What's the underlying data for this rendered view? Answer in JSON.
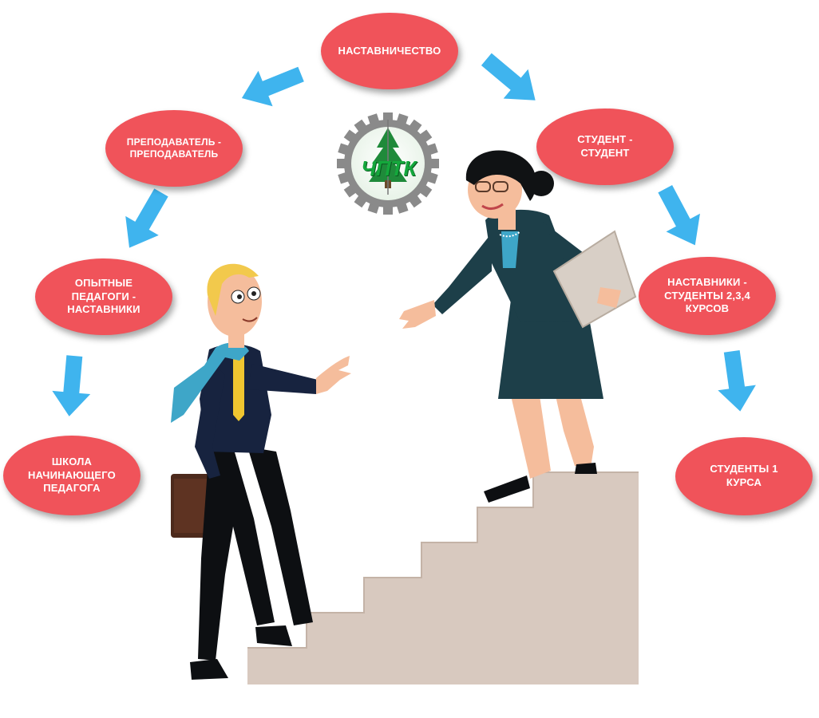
{
  "diagram": {
    "root": {
      "id": "nastavnichestvo",
      "label": "НАСТАВНИЧЕСТВО"
    },
    "left_branch": [
      {
        "id": "prepodavatel",
        "label": "ПРЕПОДАВАТЕЛЬ -\nПРЕПОДАВАТЕЛЬ"
      },
      {
        "id": "opytnye",
        "label": "ОПЫТНЫЕ\nПЕДАГОГИ -\nНАСТАВНИКИ"
      },
      {
        "id": "shkola",
        "label": "ШКОЛА\nНАЧИНАЮЩЕГО\nПЕДАГОГА"
      }
    ],
    "right_branch": [
      {
        "id": "student",
        "label": "СТУДЕНТ -\nСТУДЕНТ"
      },
      {
        "id": "nastavniki",
        "label": "НАСТАВНИКИ -\nСТУДЕНТЫ 2,3,4\nКУРСОВ"
      },
      {
        "id": "studenty1",
        "label": "СТУДЕНТЫ 1\nКУРСА"
      }
    ],
    "logo": {
      "text": "ЧПТК"
    },
    "colors": {
      "node_fill": "#f0535a",
      "node_text": "#ffffff",
      "arrow": "#3fb4ee",
      "stairs": "#d8c9bf",
      "logo_gear": "#8a8a8a",
      "logo_green": "#14a83c"
    }
  }
}
